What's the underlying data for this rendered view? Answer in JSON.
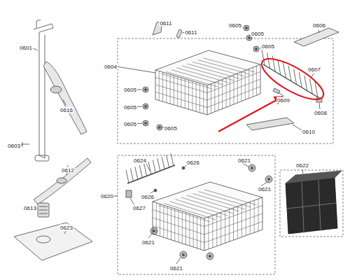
{
  "diagram": {
    "labels": [
      "0601",
      "0616",
      "0603",
      "0612",
      "0613",
      "0623",
      "0611",
      "0611",
      "0605",
      "0605",
      "0605",
      "0606",
      "0604",
      "0607",
      "0605",
      "0605",
      "0605",
      "0605",
      "0609",
      "0608",
      "0610",
      "0624",
      "0626",
      "0621",
      "0622",
      "0620",
      "0626",
      "0627",
      "0621",
      "0621",
      "0621"
    ]
  }
}
